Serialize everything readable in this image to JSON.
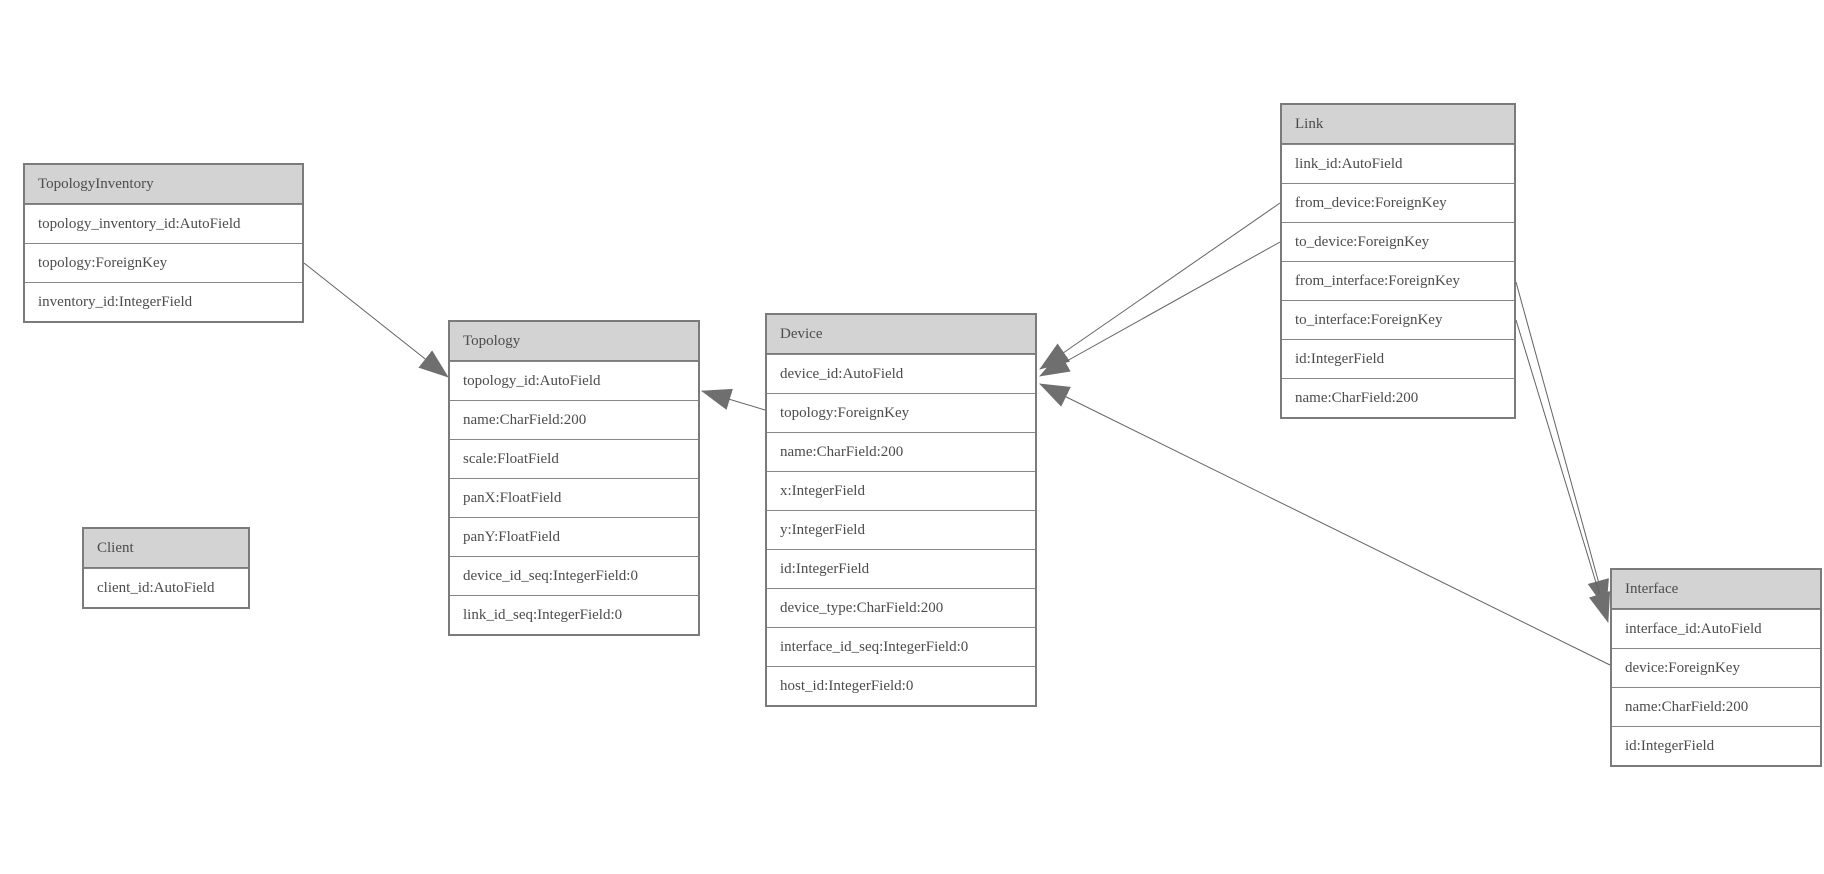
{
  "diagram": {
    "kind": "entity-relationship-model-diagram",
    "colors": {
      "background": "#ffffff",
      "header_fill": "#d3d3d3",
      "table_border": "#7b7b7b",
      "text": "#4c4c4c",
      "relation_line": "#636363",
      "arrowhead_fill": "#6f6f6f"
    },
    "tables": [
      {
        "id": "topology_inventory",
        "title": "TopologyInventory",
        "fields": [
          "topology_inventory_id:AutoField",
          "topology:ForeignKey",
          "inventory_id:IntegerField"
        ]
      },
      {
        "id": "topology",
        "title": "Topology",
        "fields": [
          "topology_id:AutoField",
          "name:CharField:200",
          "scale:FloatField",
          "panX:FloatField",
          "panY:FloatField",
          "device_id_seq:IntegerField:0",
          "link_id_seq:IntegerField:0"
        ]
      },
      {
        "id": "client",
        "title": "Client",
        "fields": [
          "client_id:AutoField"
        ]
      },
      {
        "id": "device",
        "title": "Device",
        "fields": [
          "device_id:AutoField",
          "topology:ForeignKey",
          "name:CharField:200",
          "x:IntegerField",
          "y:IntegerField",
          "id:IntegerField",
          "device_type:CharField:200",
          "interface_id_seq:IntegerField:0",
          "host_id:IntegerField:0"
        ]
      },
      {
        "id": "link",
        "title": "Link",
        "fields": [
          "link_id:AutoField",
          "from_device:ForeignKey",
          "to_device:ForeignKey",
          "from_interface:ForeignKey",
          "to_interface:ForeignKey",
          "id:IntegerField",
          "name:CharField:200"
        ]
      },
      {
        "id": "interface",
        "title": "Interface",
        "fields": [
          "interface_id:AutoField",
          "device:ForeignKey",
          "name:CharField:200",
          "id:IntegerField"
        ]
      }
    ],
    "relations": [
      {
        "from": "TopologyInventory.topology",
        "to": "Topology.topology_id"
      },
      {
        "from": "Device.topology",
        "to": "Topology.topology_id"
      },
      {
        "from": "Link.from_device",
        "to": "Device.device_id"
      },
      {
        "from": "Link.to_device",
        "to": "Device.device_id"
      },
      {
        "from": "Link.from_interface",
        "to": "Interface.interface_id"
      },
      {
        "from": "Link.to_interface",
        "to": "Interface.interface_id"
      },
      {
        "from": "Interface.device",
        "to": "Device.device_id"
      }
    ]
  }
}
